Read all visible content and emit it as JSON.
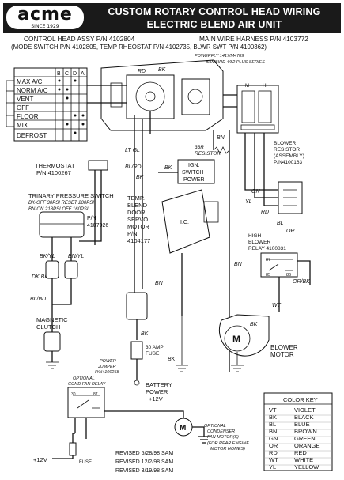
{
  "header": {
    "logo": "acme",
    "logo_since": "SINCE 1929",
    "title_line1": "CUSTOM ROTARY CONTROL HEAD  WIRING",
    "title_line2": "ELECTRIC BLEND AIR UNIT"
  },
  "part_numbers": {
    "control_head": "CONTROL HEAD ASSY P/N 4102804",
    "main_harness": "MAIN WIRE HARNESS P/N 4103772",
    "sub_line": "(MODE SWITCH P/N 4102805, TEMP RHEOSTAT P/N 4102735, BLWR SWT P/N 4100362)"
  },
  "mode_table": {
    "columns": [
      "B",
      "C",
      "D",
      "A"
    ],
    "rows": [
      "MAX A/C",
      "NORM A/C",
      "VENT",
      "OFF",
      "FLOOR",
      "MIX",
      "DEFROST"
    ]
  },
  "components": {
    "thermostat": "THERMOSTAT",
    "thermostat_pn": "P/N 4100267",
    "trinary_title": "TRINARY PRESSURE SWITCH",
    "trinary_line1": "BK-OFF 30PSI  RESET 200PSI",
    "trinary_line2": "BN-ON 218PSI  OFF 160PSI",
    "trinary_pn_label": "P/N",
    "trinary_pn": "4107026",
    "temp_blend": [
      "TEMP.",
      "BLEND",
      "DOOR",
      "SERVO",
      "MOTOR",
      "P/N",
      "4104177"
    ],
    "ic_label": "I.C.",
    "ign_switch": [
      "IGN.",
      "SWITCH",
      "POWER"
    ],
    "resistor_33": [
      "33R",
      "RESISTOR"
    ],
    "blower_resistor": [
      "BLOWER",
      "RESISTOR",
      "(ASSEMBLY)",
      "P/N4100163"
    ],
    "high_relay": [
      "HIGH",
      "BLOWER",
      "RELAY 4100831"
    ],
    "magnetic_clutch": [
      "MAGNETIC",
      "CLUTCH"
    ],
    "blower_motor": [
      "BLOWER",
      "MOTOR"
    ],
    "fuse_30": [
      "30 AMP",
      "FUSE"
    ],
    "power_jumper": [
      "POWER",
      "JUMPER",
      "P/N4100258"
    ],
    "battery": [
      "BATTERY",
      "POWER",
      "+12V"
    ],
    "optional_relay": [
      "OPTIONAL",
      "COND FAN RELAY"
    ],
    "optional_fan": [
      "OPTIONAL",
      "CONDENSER",
      "FAN MOTOR(S)",
      "(FOR REAR ENGINE",
      "MOTOR HOMES)"
    ],
    "plus12": "+12V",
    "fuse_small": "FUSE",
    "motor_m": "M",
    "top_note": "POWERFLY 1417/M4789",
    "top_note2": "BAMBIRD 4/82 PLUS SERIES"
  },
  "wire_labels": [
    "BK",
    "RD",
    "LT GL",
    "BL/RD",
    "BK",
    "BN",
    "GN",
    "YL",
    "RD",
    "BL",
    "OR",
    "BN",
    "BK/YL",
    "BN/YL",
    "DK BL",
    "BL/WT",
    "BK",
    "WT",
    "BK",
    "OR/BK",
    "BK",
    "BK"
  ],
  "revisions": [
    "REVISED 5/28/98 SAM",
    "REVISED 12/2/98 SAM",
    "REVISED 3/19/98 SAM"
  ],
  "color_key": {
    "title": "COLOR KEY",
    "entries": [
      {
        "code": "VT",
        "name": "VIOLET"
      },
      {
        "code": "BK",
        "name": "BLACK"
      },
      {
        "code": "BL",
        "name": "BLUE"
      },
      {
        "code": "BN",
        "name": "BROWN"
      },
      {
        "code": "GN",
        "name": "GREEN"
      },
      {
        "code": "OR",
        "name": "ORANGE"
      },
      {
        "code": "RD",
        "name": "RED"
      },
      {
        "code": "WT",
        "name": "WHITE"
      },
      {
        "code": "YL",
        "name": "YELLOW"
      }
    ]
  }
}
